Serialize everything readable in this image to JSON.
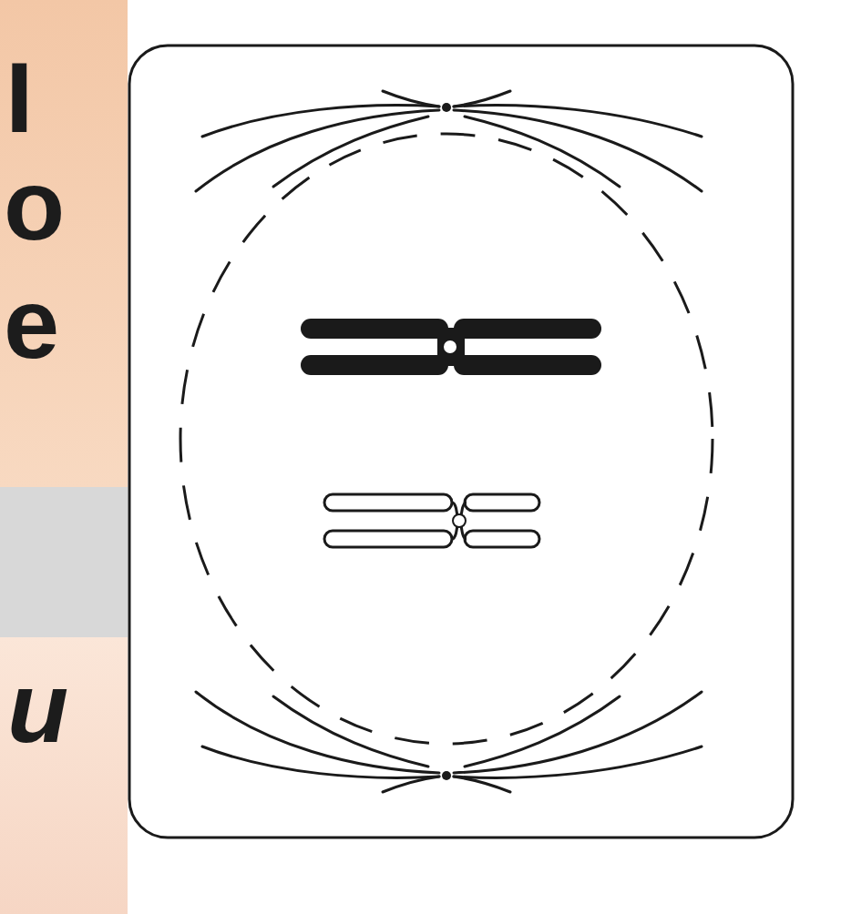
{
  "diagram": {
    "labels": [
      "I",
      "o",
      "e",
      "u"
    ]
  }
}
